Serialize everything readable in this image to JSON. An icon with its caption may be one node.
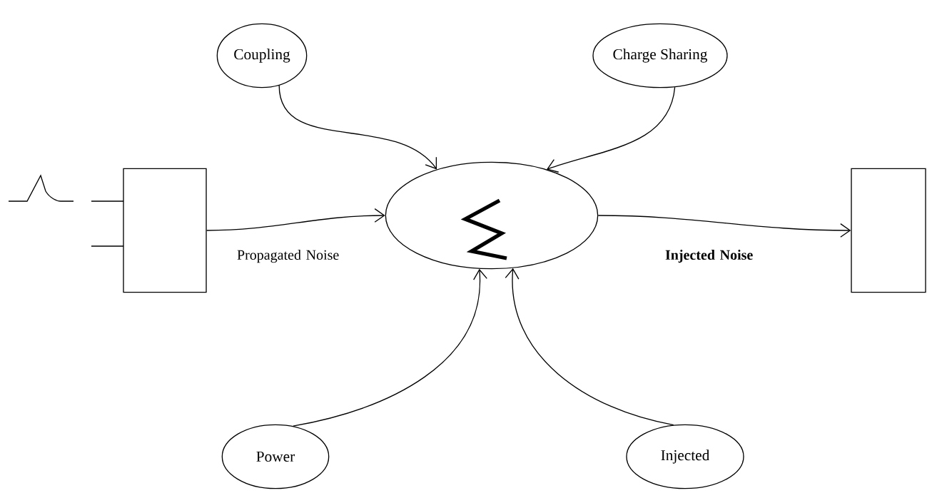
{
  "diagram": {
    "nodes": [
      {
        "text": [
          "Coupling"
        ]
      },
      {
        "text": [
          "Charge Sharing"
        ]
      },
      {
        "text": [],
        "shape": "box"
      },
      {
        "text": [],
        "shape": "ellipse"
      },
      {
        "text": [],
        "shape": "box"
      },
      {
        "text": [
          "Power"
        ]
      },
      {
        "text": [
          "Injected"
        ]
      }
    ],
    "edges": [
      {
        "from": 0,
        "to": 3,
        "arrow": "to"
      },
      {
        "from": 1,
        "to": 3,
        "arrow": "to"
      },
      {
        "from": 2,
        "to": 3,
        "arrow": "to",
        "label": "Propagated Noise"
      },
      {
        "from": 3,
        "to": 4,
        "arrow": "to",
        "label": "Injected Noise"
      },
      {
        "from": 5,
        "to": 3,
        "arrow": "to"
      },
      {
        "from": 6,
        "to": 3,
        "arrow": "to"
      }
    ]
  }
}
